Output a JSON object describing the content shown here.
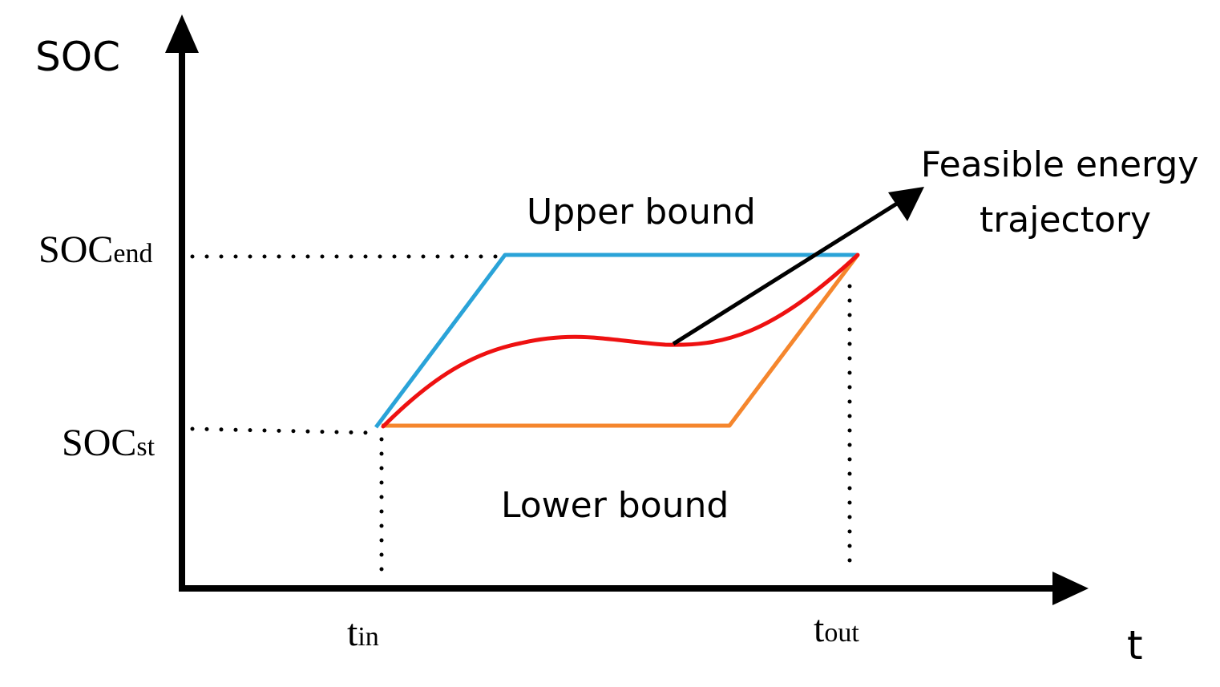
{
  "axes": {
    "y_label": "SOC",
    "x_label": "t"
  },
  "y_ticks": {
    "soc_end": {
      "main": "SOC",
      "sub": "end"
    },
    "soc_st": {
      "main": "SOC",
      "sub": "st"
    }
  },
  "x_ticks": {
    "t_in": {
      "main": "t",
      "sub": "in"
    },
    "t_out": {
      "main": "t",
      "sub": "out"
    }
  },
  "annotations": {
    "upper_bound": "Upper bound",
    "lower_bound": "Lower bound",
    "feasible_line1": "Feasible energy",
    "feasible_line2": "trajectory"
  },
  "colors": {
    "axis": "#000000",
    "upper_bound": "#2aa3d8",
    "lower_bound": "#f5862d",
    "trajectory": "#ee1111",
    "pointer_arrow": "#000000",
    "guide_dots": "#000000"
  }
}
